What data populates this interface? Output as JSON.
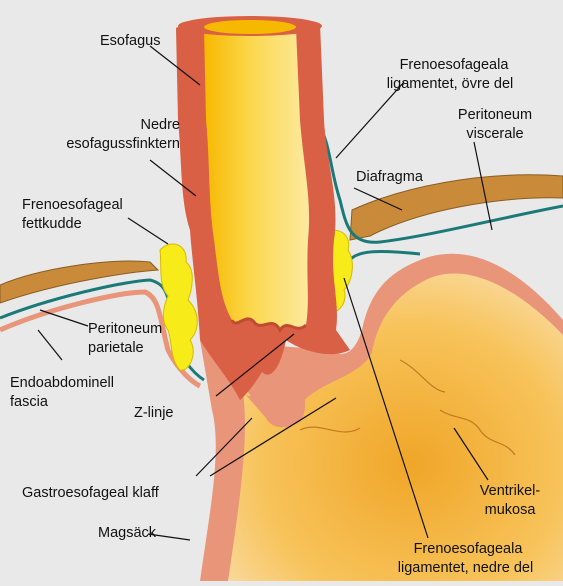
{
  "labels": {
    "esofagus": "Esofagus",
    "frenoesofageala_ovre_1": "Frenoesofageala",
    "frenoesofageala_ovre_2": "ligamentet, övre del",
    "nedre_sfinkter_1": "Nedre",
    "nedre_sfinkter_2": "esofagussfinktern",
    "peritoneum_visc_1": "Peritoneum",
    "peritoneum_visc_2": "viscerale",
    "diafragma": "Diafragma",
    "fettkudde_1": "Frenoesofageal",
    "fettkudde_2": "fettkudde",
    "peritoneum_par_1": "Peritoneum",
    "peritoneum_par_2": "parietale",
    "endoabd_1": "Endoabdominell",
    "endoabd_2": "fascia",
    "z_linje": "Z-linje",
    "gastro_klaff": "Gastroesofageal klaff",
    "ventrikel_1": "Ventrikel-",
    "ventrikel_2": "mukosa",
    "magsack": "Magsäck",
    "freno_nedre_1": "Frenoesofageala",
    "freno_nedre_2": "ligamentet, nedre del"
  },
  "colors": {
    "background": "#e9e9e9",
    "muscle_wall": "#d95f45",
    "mucosa_lumen": "#f8c400",
    "stomach_wall": "#e8957a",
    "stomach_interior": "#f0a628",
    "diaphragm": "#c98a3a",
    "peritoneum_line": "#1b7a78",
    "fat_pad": "#f7ec1a",
    "leader_line": "#111111"
  },
  "icons": {
    "fat_pad": "fat-blob-shape"
  }
}
